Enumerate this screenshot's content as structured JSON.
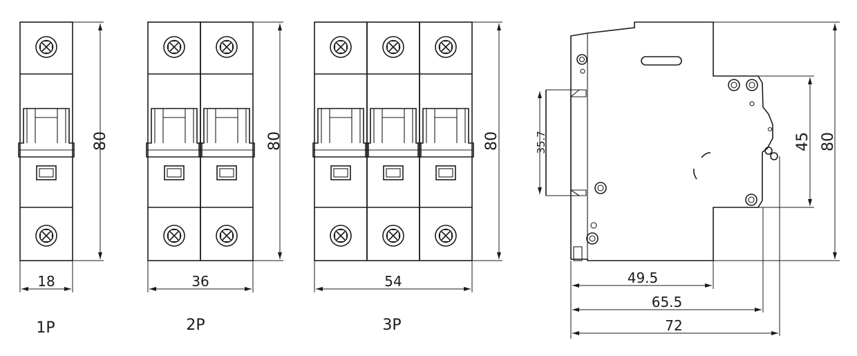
{
  "front_views": {
    "p1": {
      "label": "1P",
      "width_dim": "18",
      "height_dim": "80"
    },
    "p2": {
      "label": "2P",
      "width_dim": "36",
      "height_dim": "80"
    },
    "p3": {
      "label": "3P",
      "width_dim": "54",
      "height_dim": "80"
    }
  },
  "side_view": {
    "rail_dim": "35.7",
    "height_dim_inner": "45",
    "height_dim_outer": "80",
    "depth_dims": [
      "49.5",
      "65.5",
      "72"
    ]
  },
  "colors": {
    "line": "#1a1a1a",
    "background": "#ffffff"
  }
}
